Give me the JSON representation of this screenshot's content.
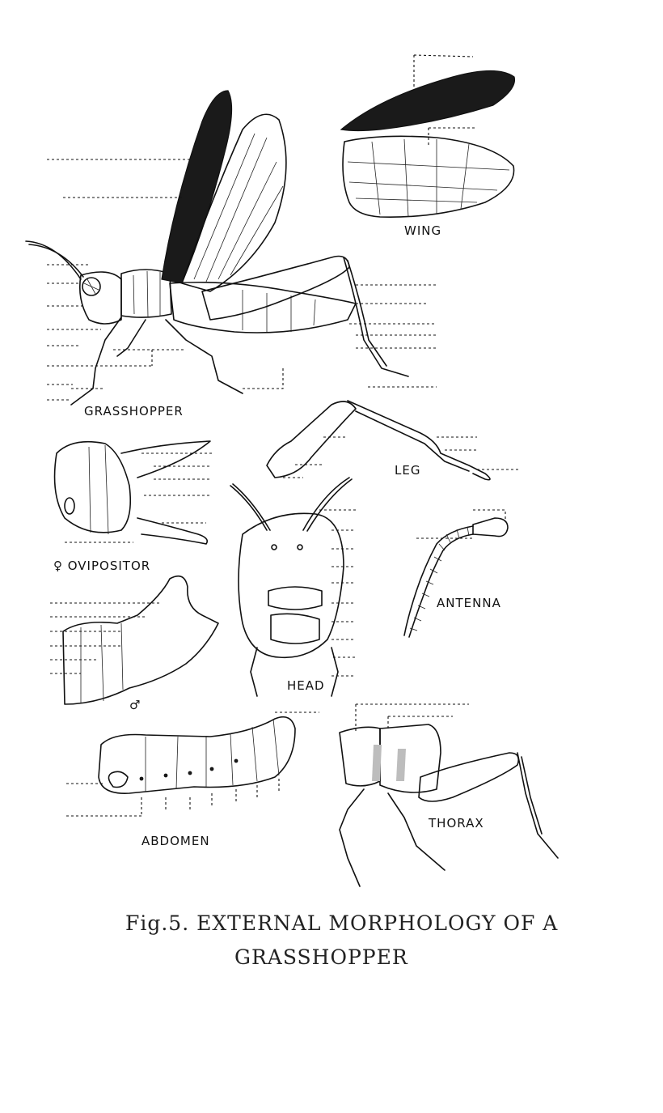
{
  "labels": {
    "wing": "WING",
    "grasshopper": "GRASSHOPPER",
    "leg": "LEG",
    "ovipositor": "♀ OVIPOSITOR",
    "antenna": "ANTENNA",
    "head": "HEAD",
    "male": "♂",
    "abdomen": "ABDOMEN",
    "thorax": "THORAX"
  },
  "caption": {
    "line1": "Fig.5. EXTERNAL MORPHOLOGY OF A",
    "line2": "GRASSHOPPER"
  }
}
